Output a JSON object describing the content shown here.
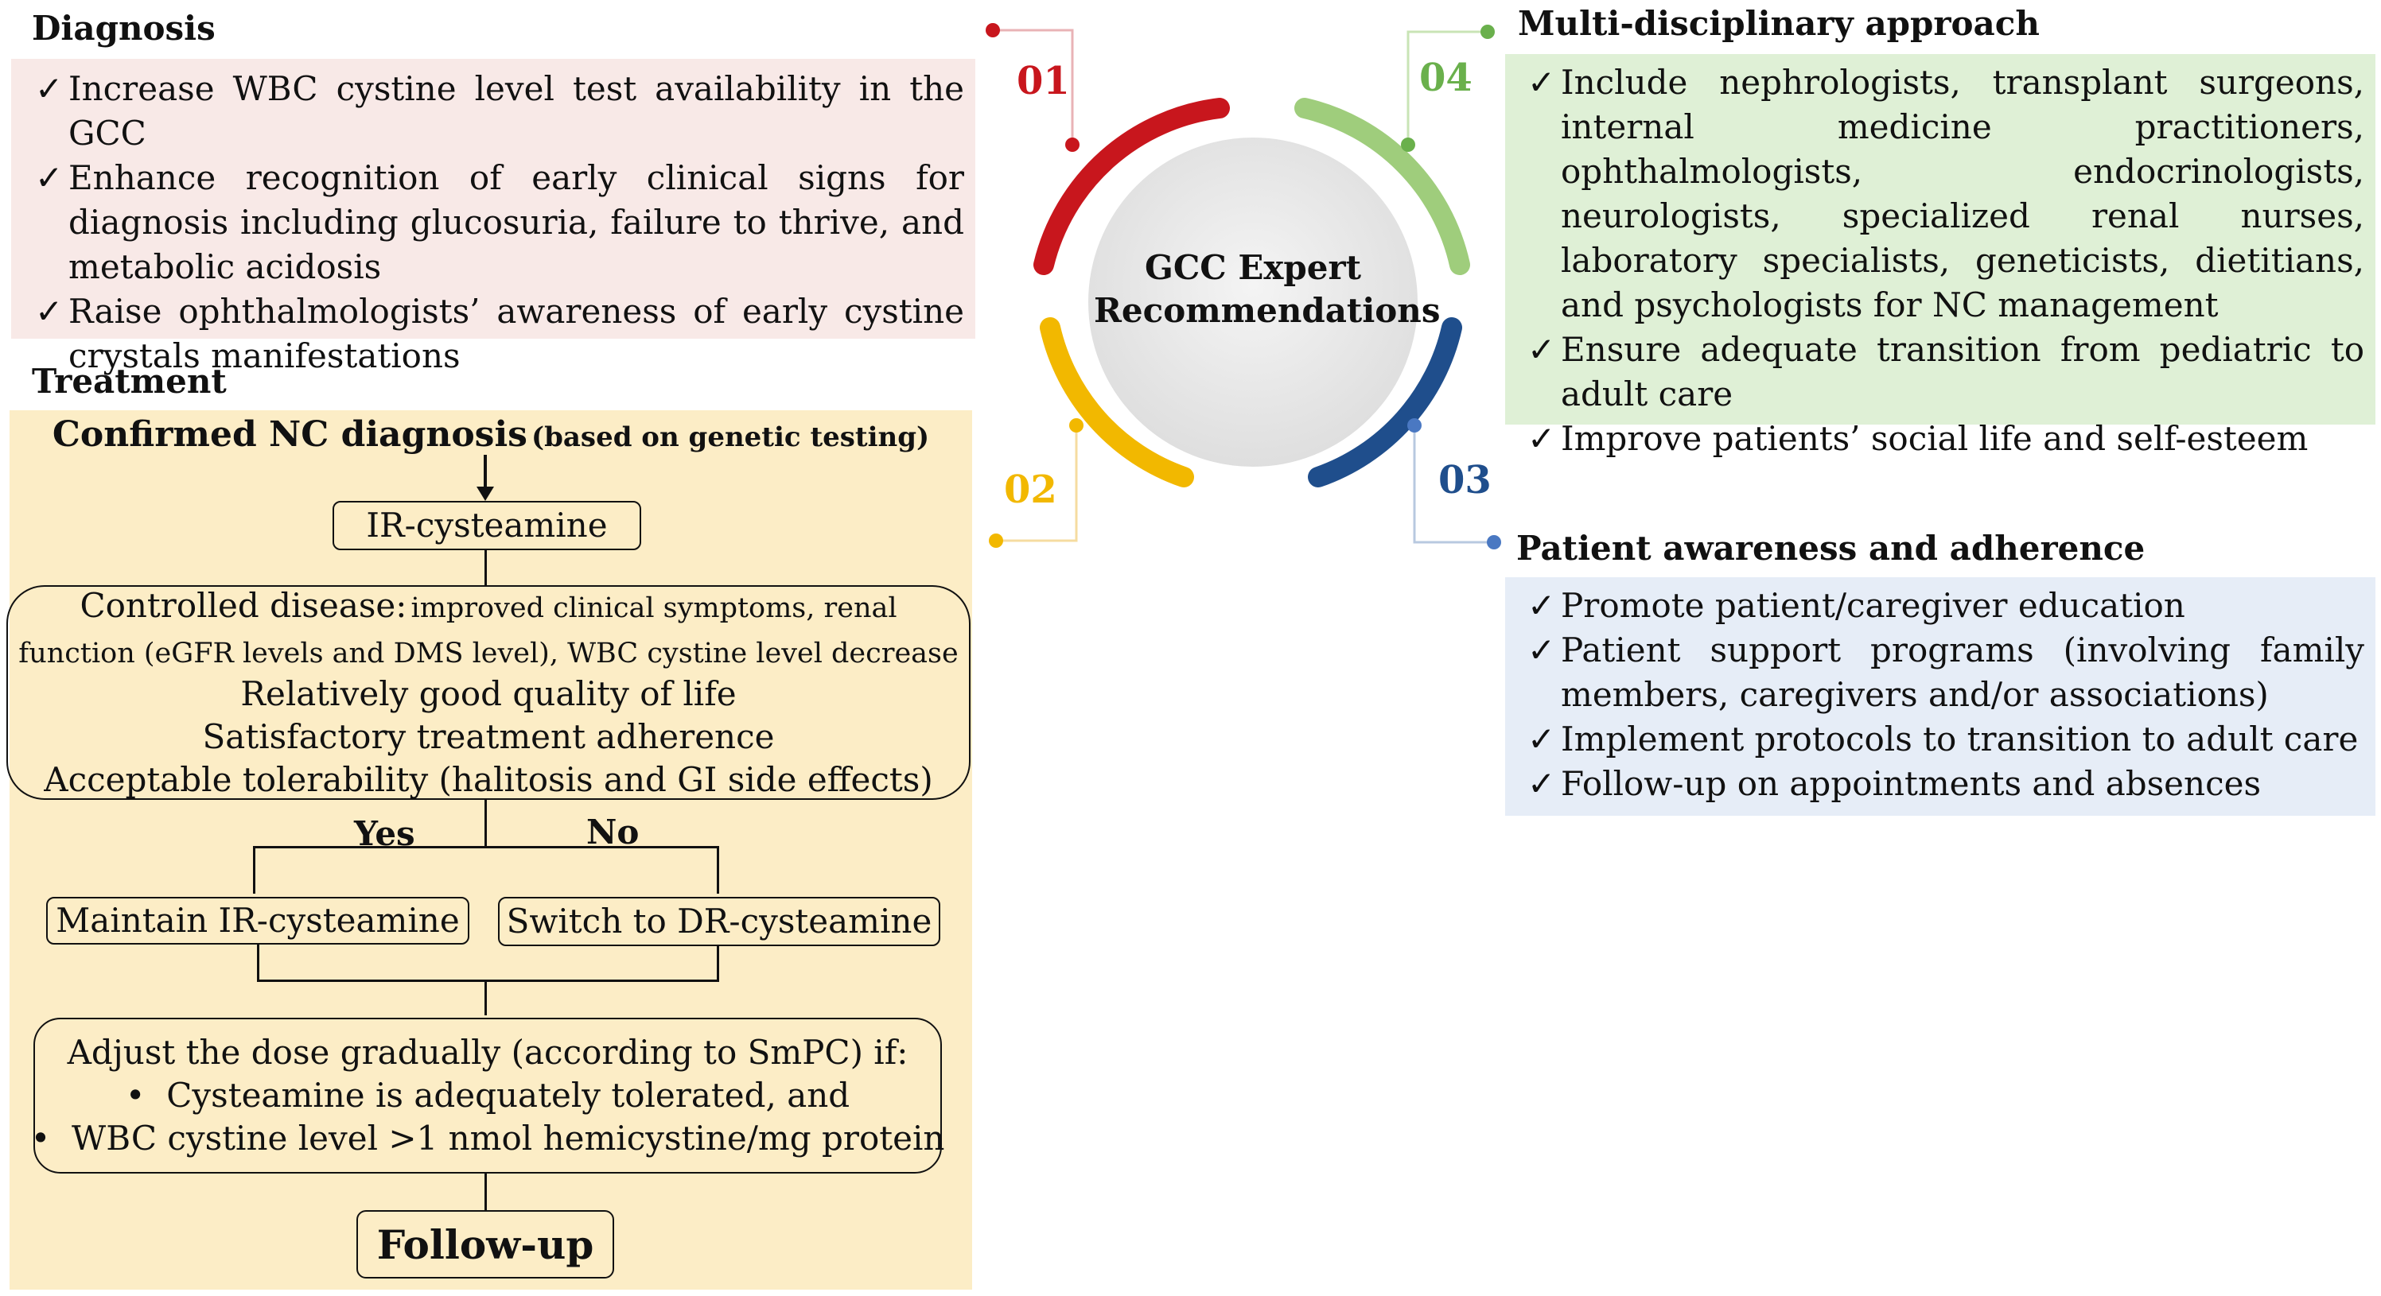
{
  "diagnosis": {
    "title": "Diagnosis",
    "items": [
      "Increase WBC cystine level test availability in the GCC",
      "Enhance recognition of early clinical signs for diagnosis including glucosuria, failure to thrive, and metabolic acidosis",
      "Raise ophthalmologists’ awareness of early cystine crystals manifestations"
    ]
  },
  "treatment": {
    "title": "Treatment",
    "confirmed_main": "Confirmed NC diagnosis",
    "confirmed_note": "(based on genetic testing)",
    "ir_box": "IR-cysteamine",
    "controlled_lead": "Controlled disease:",
    "controlled_detail_1": "improved clinical symptoms, renal",
    "controlled_detail_2": "function (eGFR levels and DMS level), WBC cystine level decrease",
    "controlled_lines": [
      "Relatively good quality of life",
      "Satisfactory treatment adherence",
      "Acceptable tolerability (halitosis and GI side effects)"
    ],
    "yes": "Yes",
    "no": "No",
    "maintain": "Maintain IR-cysteamine",
    "switch": "Switch to DR-cysteamine",
    "adjust_title": "Adjust the dose gradually (according to SmPC) if:",
    "adjust_bullets": [
      "Cysteamine is adequately tolerated, and",
      "WBC cystine level >1 nmol hemicystine/mg protein"
    ],
    "followup": "Follow-up"
  },
  "center": {
    "title_line1": "GCC Expert",
    "title_line2": "Recommendations",
    "numbers": [
      "01",
      "02",
      "03",
      "04"
    ]
  },
  "multi": {
    "title": "Multi-disciplinary approach",
    "items": [
      "Include nephrologists, transplant surgeons, internal medicine practitioners, ophthalmologists, endocrinologists, neurologists, specialized renal nurses, laboratory specialists, geneticists, dietitians, and psychologists for NC management",
      "Ensure adequate transition from pediatric to adult care",
      "Improve patients’ social life and self-esteem"
    ]
  },
  "patient": {
    "title": "Patient awareness and adherence",
    "items": [
      "Promote patient/caregiver education",
      "Patient support programs (involving family members, caregivers and/or associations)",
      "Implement protocols to transition to adult care",
      "Follow-up on appointments and absences"
    ]
  },
  "colors": {
    "diagnosis_bg": "#f8e9e7",
    "treatment_bg": "#fcedc6",
    "multi_bg": "#dff0d6",
    "patient_bg": "#e6edf7",
    "red": "#c8161d",
    "yellow": "#f2b800",
    "blue": "#1f4e8c",
    "green": "#9fcd7c"
  }
}
